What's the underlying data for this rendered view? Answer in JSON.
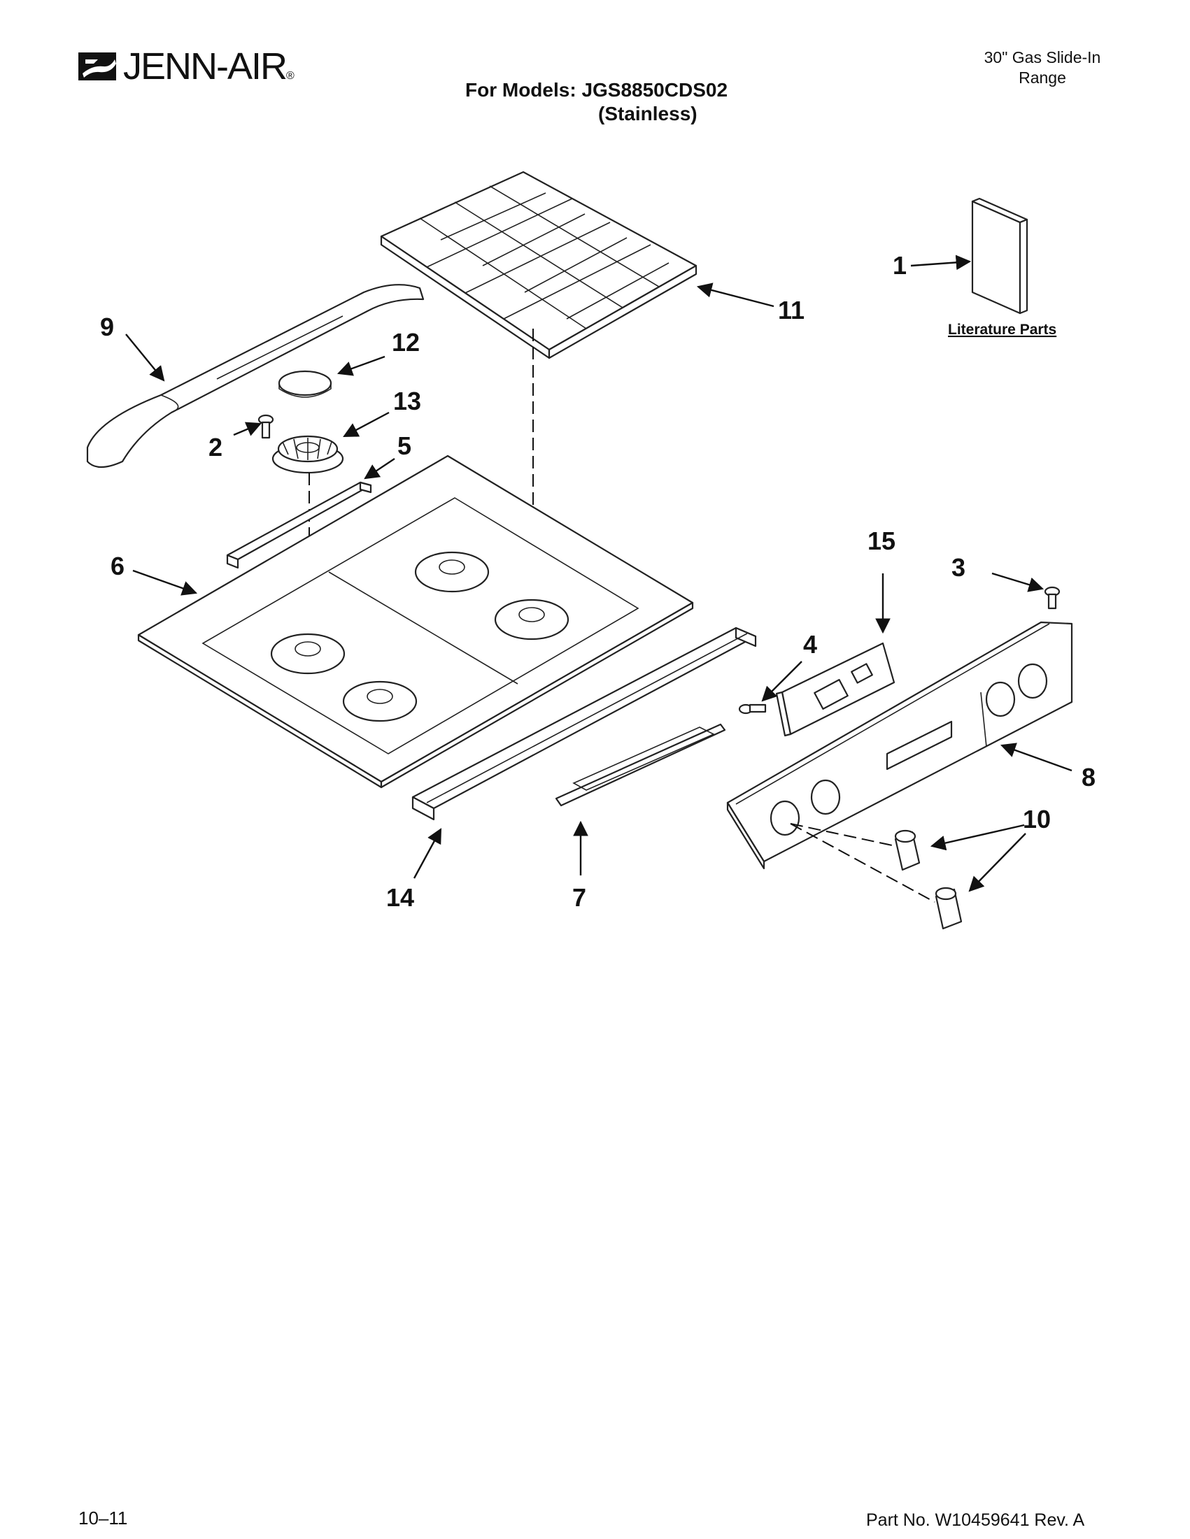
{
  "header": {
    "brand": "JENN-AIR",
    "models_line": "For Models: JGS8850CDS02",
    "variant": "(Stainless)",
    "product_line1": "30\" Gas Slide-In",
    "product_line2": "Range"
  },
  "literature_label": "Literature Parts",
  "callouts": {
    "c1": "1",
    "c2": "2",
    "c3": "3",
    "c4": "4",
    "c5": "5",
    "c6": "6",
    "c7": "7",
    "c8": "8",
    "c9": "9",
    "c10": "10",
    "c11": "11",
    "c12": "12",
    "c13": "13",
    "c14": "14",
    "c15": "15"
  },
  "footer": {
    "date": "10–11",
    "part_number": "Part No. W10459641 Rev. A"
  }
}
